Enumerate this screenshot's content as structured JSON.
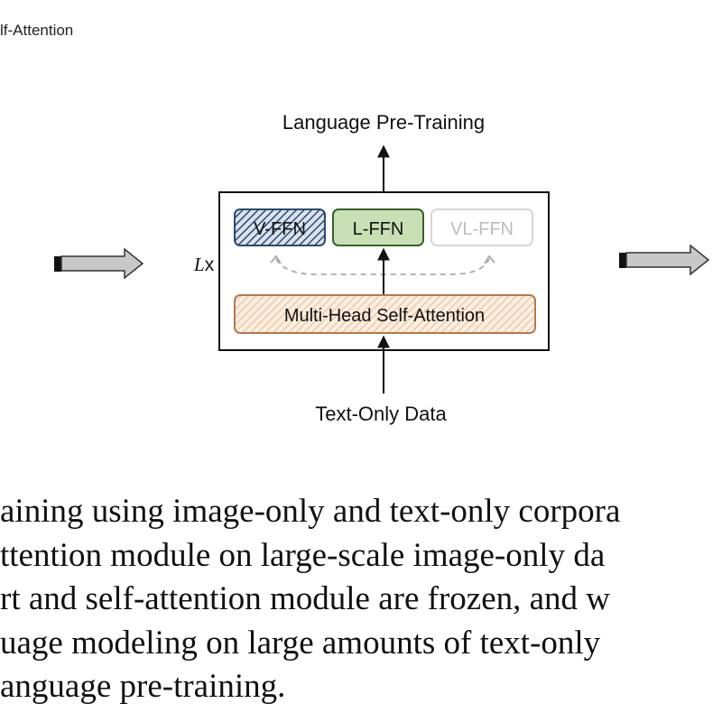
{
  "legend_fragment": "lf-Attention",
  "diagram": {
    "output_label": "Language Pre-Training",
    "input_label": "Text-Only Data",
    "layer_repeat_label_var": "L",
    "layer_repeat_label_x": "x",
    "experts": [
      {
        "label": "V-FFN",
        "state": "frozen",
        "style": "blue-hatched"
      },
      {
        "label": "L-FFN",
        "state": "trained",
        "style": "green"
      },
      {
        "label": "VL-FFN",
        "state": "inactive",
        "style": "grey"
      }
    ],
    "attention_label": "Multi-Head Self-Attention",
    "colors": {
      "l_ffn_fill": "#c8e0b4",
      "v_ffn_hatch": "#2b4a6e",
      "attention_hatch": "#f0c29a",
      "inactive_text": "#bdbdbd",
      "arrow_fill": "#c8c8c8"
    }
  },
  "caption": {
    "lines": [
      "aining using image-only and text-only corpora",
      "ttention module on large-scale image-only da",
      "rt and self-attention module are frozen, and w",
      "uage modeling on large amounts of text-only",
      "anguage pre-training."
    ]
  }
}
